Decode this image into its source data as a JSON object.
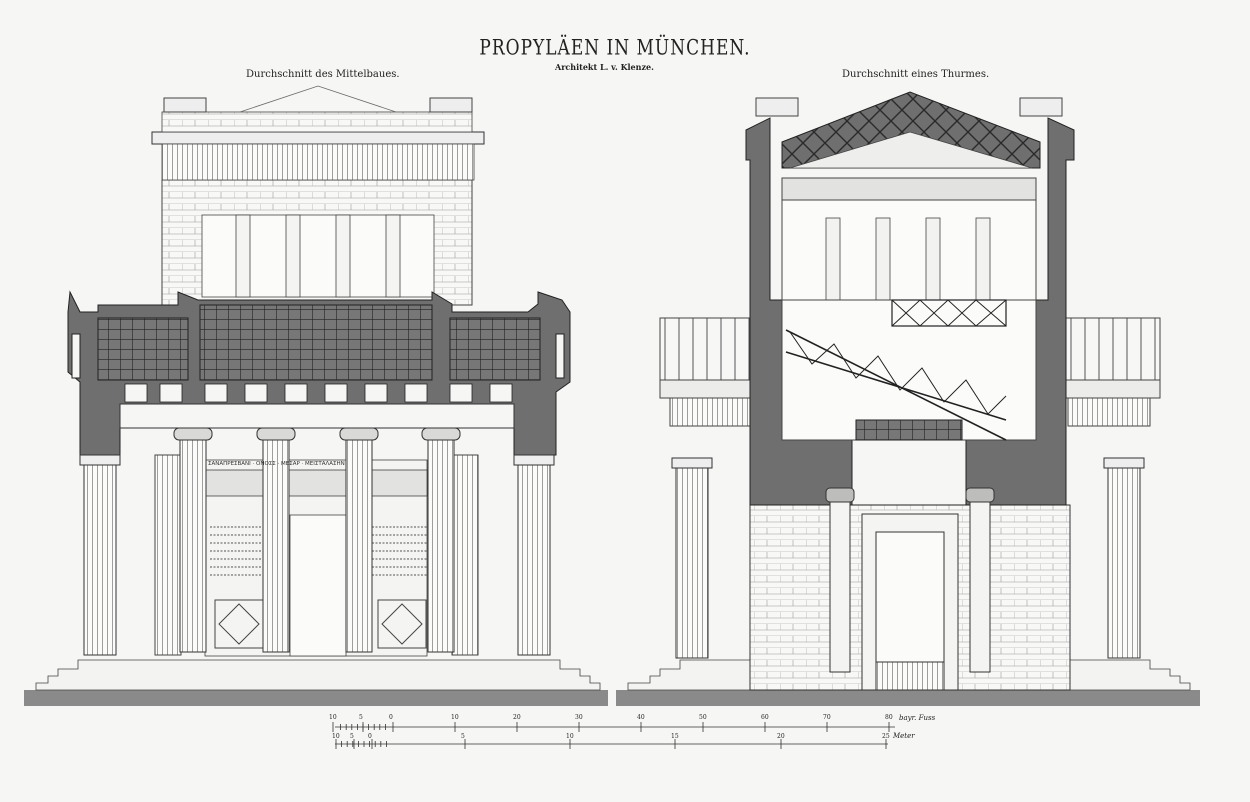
{
  "title": "PROPYLÄEN IN MÜNCHEN.",
  "architect": "Architekt L. v. Klenze.",
  "left_caption": "Durchschnitt des Mittelbaues.",
  "right_caption": "Durchschnitt eines Thurmes.",
  "inscription_band": "ΣΑΝΑΠΡΕΣΒΑΝΙ · ΟΝΟΣΣ · ΜΕΣΑΡ · ΜΕΙΣΤΑΛΑΣΗΝ",
  "scale_fuss": {
    "ticks": [
      "10",
      "5",
      "0",
      "10",
      "20",
      "30",
      "40",
      "50",
      "60",
      "70",
      "80"
    ],
    "unit": "bayr. Fuss"
  },
  "scale_meter": {
    "ticks": [
      "10",
      "5",
      "0",
      "5",
      "10",
      "15",
      "20",
      "25"
    ],
    "unit": "Meter"
  },
  "colors": {
    "paper": "#f6f6f4",
    "ink": "#222222",
    "section_fill": "#6f6f6f",
    "ground": "#8a8a8a"
  }
}
